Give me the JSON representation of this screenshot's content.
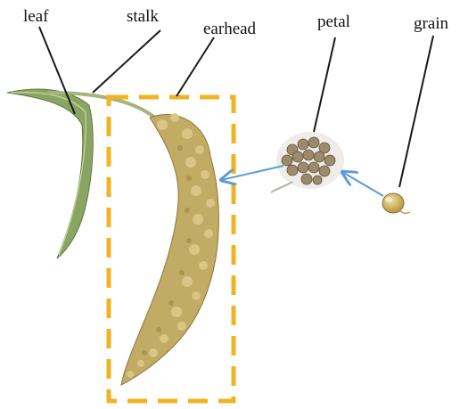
{
  "labels": {
    "leaf": "leaf",
    "stalk": "stalk",
    "earhead": "earhead",
    "petal": "petal",
    "grain": "grain"
  },
  "colors": {
    "highlight_box": "#f0b323",
    "arrow": "#5b9bd5",
    "leader_line": "#1a1a1a",
    "earhead_fill": "#c2ab64",
    "leaf_green": "#7f9a55"
  },
  "flow": [
    "grain",
    "petal",
    "earhead"
  ]
}
